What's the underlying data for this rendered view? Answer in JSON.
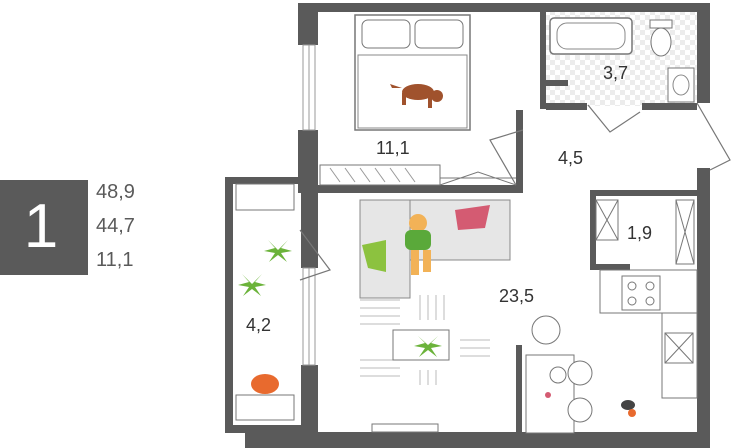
{
  "summary": {
    "room_count": "1",
    "total_area": "48,9",
    "living_area": "44,7",
    "kitchen_area": "11,1"
  },
  "rooms": {
    "bedroom": "11,1",
    "bathroom": "3,7",
    "hallway": "4,5",
    "wardrobe": "1,9",
    "living_kitchen": "23,5",
    "balcony": "4,2"
  },
  "colors": {
    "wall": "#5a5a5a",
    "badge": "#5a5a5a",
    "plant": "#6bb33a",
    "pillow_pink": "#d45b72",
    "pillow_green": "#8cc23f",
    "dog": "#a0522d",
    "person_shirt": "#5aa93a",
    "person_skin": "#f2b257",
    "chair": "#e86a2e"
  },
  "icons": [
    "bed-icon",
    "dog-icon",
    "bathtub-icon",
    "toilet-icon",
    "sink-icon",
    "sofa-icon",
    "person-icon",
    "plant-icon",
    "stove-icon",
    "table-icon",
    "chair-icon",
    "cat-icon"
  ]
}
